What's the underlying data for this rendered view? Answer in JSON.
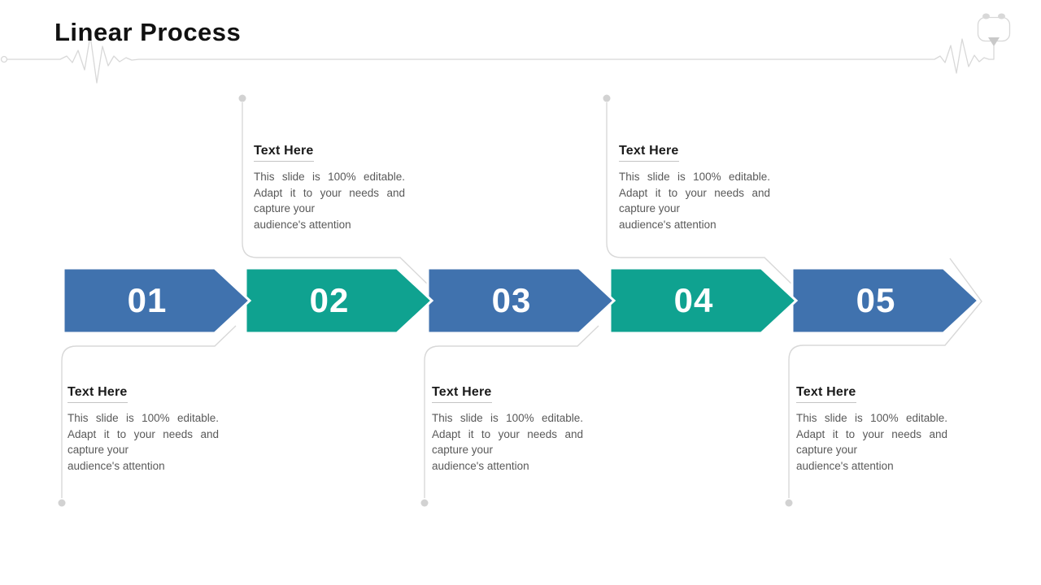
{
  "slide": {
    "title": "Linear Process",
    "background": "#FFFFFF"
  },
  "theme": {
    "blue": "#4072AE",
    "teal": "#0FA290",
    "number_text": "#FFFFFF",
    "heading_text": "#1A1A1A",
    "body_text": "#595959",
    "decoration_gray": "#D8D8D8"
  },
  "decorations": {
    "heartbeat_line": "ecg-pulse-line",
    "stethoscope": "stethoscope-icon",
    "connector_dot": "small-gray-dot"
  },
  "steps": [
    {
      "number": "01",
      "color": "blue",
      "label_position": "below",
      "heading": "Text Here",
      "body_lines": [
        "This slide is 100% editable.",
        "Adapt it to your needs and",
        "capture your",
        "audience's attention"
      ]
    },
    {
      "number": "02",
      "color": "teal",
      "label_position": "above",
      "heading": "Text Here",
      "body_lines": [
        "This slide is 100% editable.",
        "Adapt it to your needs and",
        "capture your",
        "audience's attention"
      ]
    },
    {
      "number": "03",
      "color": "blue",
      "label_position": "below",
      "heading": "Text Here",
      "body_lines": [
        "This slide is 100% editable.",
        "Adapt it to your needs and",
        "capture your",
        "audience's attention"
      ]
    },
    {
      "number": "04",
      "color": "teal",
      "label_position": "above",
      "heading": "Text Here",
      "body_lines": [
        "This slide is 100% editable.",
        "Adapt it to your needs and",
        "capture your",
        "audience's attention"
      ]
    },
    {
      "number": "05",
      "color": "blue",
      "label_position": "below",
      "heading": "Text Here",
      "body_lines": [
        "This slide is 100% editable.",
        "Adapt it to your needs and",
        "capture your",
        "audience's attention"
      ]
    }
  ]
}
